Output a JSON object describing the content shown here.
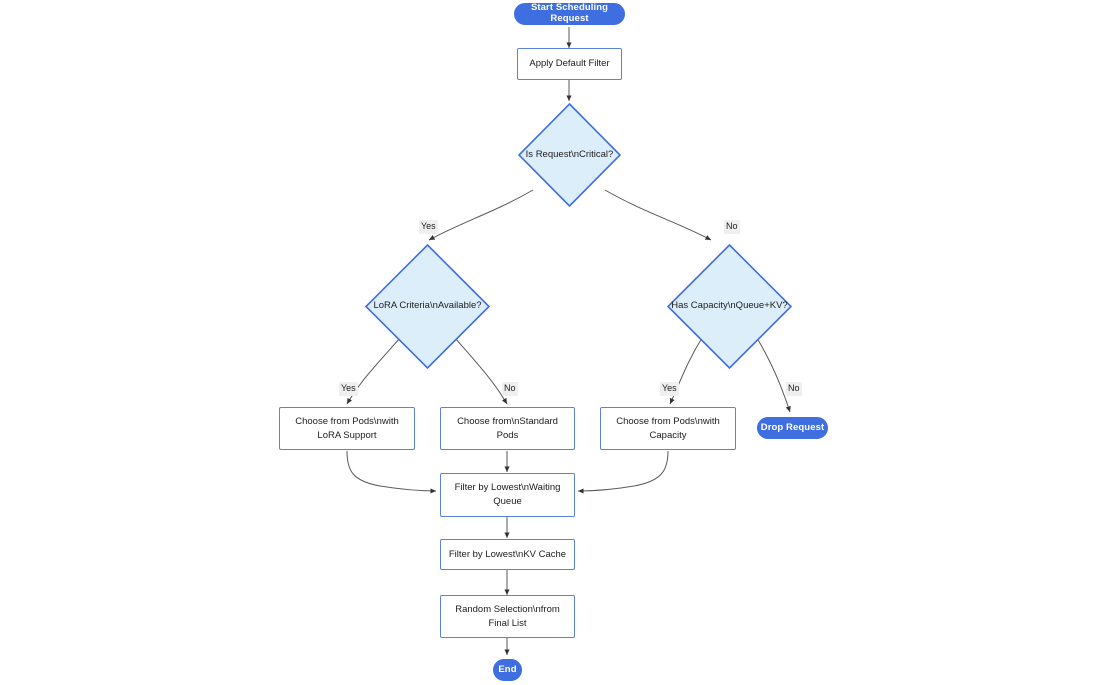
{
  "diagram": {
    "type": "flowchart",
    "title": "",
    "direction": "top-down",
    "colors": {
      "terminal_fill": "#3f6ee0",
      "terminal_text": "#ffffff",
      "process_fill": "#ffffff",
      "process_border": "#5b83dd",
      "decision_fill": "#ddeefb",
      "decision_border": "#3f6ee0",
      "edge_stroke": "#5a5a5a",
      "edge_label_bg": "#efefef",
      "text": "#1c1c1c",
      "background": "#ffffff"
    },
    "nodes": [
      {
        "id": "start",
        "shape": "pill",
        "label": "Start Scheduling Request"
      },
      {
        "id": "default",
        "shape": "rect",
        "label": "Apply Default Filter"
      },
      {
        "id": "critical",
        "shape": "diamond",
        "label": "Is Request\\nCritical?"
      },
      {
        "id": "lora",
        "shape": "diamond",
        "label": "LoRA Criteria\\nAvailable?"
      },
      {
        "id": "capacity",
        "shape": "diamond",
        "label": "Has Capacity\\nQueue+KV?"
      },
      {
        "id": "pods_lora",
        "shape": "rect",
        "label": "Choose from Pods\\nwith LoRA Support"
      },
      {
        "id": "pods_std",
        "shape": "rect",
        "label": "Choose from\\nStandard Pods"
      },
      {
        "id": "pods_cap",
        "shape": "rect",
        "label": "Choose from Pods\\nwith Capacity"
      },
      {
        "id": "drop",
        "shape": "pill",
        "label": "Drop Request"
      },
      {
        "id": "filter_queue",
        "shape": "rect",
        "label": "Filter by Lowest\\nWaiting Queue"
      },
      {
        "id": "filter_kv",
        "shape": "rect",
        "label": "Filter by Lowest\\nKV Cache"
      },
      {
        "id": "random",
        "shape": "rect",
        "label": "Random Selection\\nfrom Final List"
      },
      {
        "id": "end",
        "shape": "pill",
        "label": "End"
      }
    ],
    "edges": [
      {
        "from": "start",
        "to": "default",
        "label": ""
      },
      {
        "from": "default",
        "to": "critical",
        "label": ""
      },
      {
        "from": "critical",
        "to": "lora",
        "label": "Yes"
      },
      {
        "from": "critical",
        "to": "capacity",
        "label": "No"
      },
      {
        "from": "lora",
        "to": "pods_lora",
        "label": "Yes"
      },
      {
        "from": "lora",
        "to": "pods_std",
        "label": "No"
      },
      {
        "from": "capacity",
        "to": "pods_cap",
        "label": "Yes"
      },
      {
        "from": "capacity",
        "to": "drop",
        "label": "No"
      },
      {
        "from": "pods_lora",
        "to": "filter_queue",
        "label": ""
      },
      {
        "from": "pods_std",
        "to": "filter_queue",
        "label": ""
      },
      {
        "from": "pods_cap",
        "to": "filter_queue",
        "label": ""
      },
      {
        "from": "filter_queue",
        "to": "filter_kv",
        "label": ""
      },
      {
        "from": "filter_kv",
        "to": "random",
        "label": ""
      },
      {
        "from": "random",
        "to": "end",
        "label": ""
      }
    ],
    "edge_labels": {
      "critical_yes": "Yes",
      "critical_no": "No",
      "lora_yes": "Yes",
      "lora_no": "No",
      "capacity_yes": "Yes",
      "capacity_no": "No"
    }
  }
}
